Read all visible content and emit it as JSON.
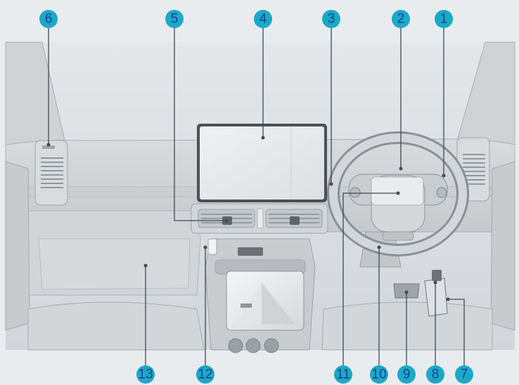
{
  "colors": {
    "background": "#e9ecef",
    "badge_fill": "#1aa9c9",
    "badge_text": "#1b3f8a",
    "line": "#3b4a5a"
  },
  "callouts": [
    {
      "label": "1"
    },
    {
      "label": "2"
    },
    {
      "label": "3"
    },
    {
      "label": "4"
    },
    {
      "label": "5"
    },
    {
      "label": "6"
    },
    {
      "label": "7"
    },
    {
      "label": "8"
    },
    {
      "label": "9"
    },
    {
      "label": "10"
    },
    {
      "label": "11"
    },
    {
      "label": "12"
    },
    {
      "label": "13"
    }
  ]
}
